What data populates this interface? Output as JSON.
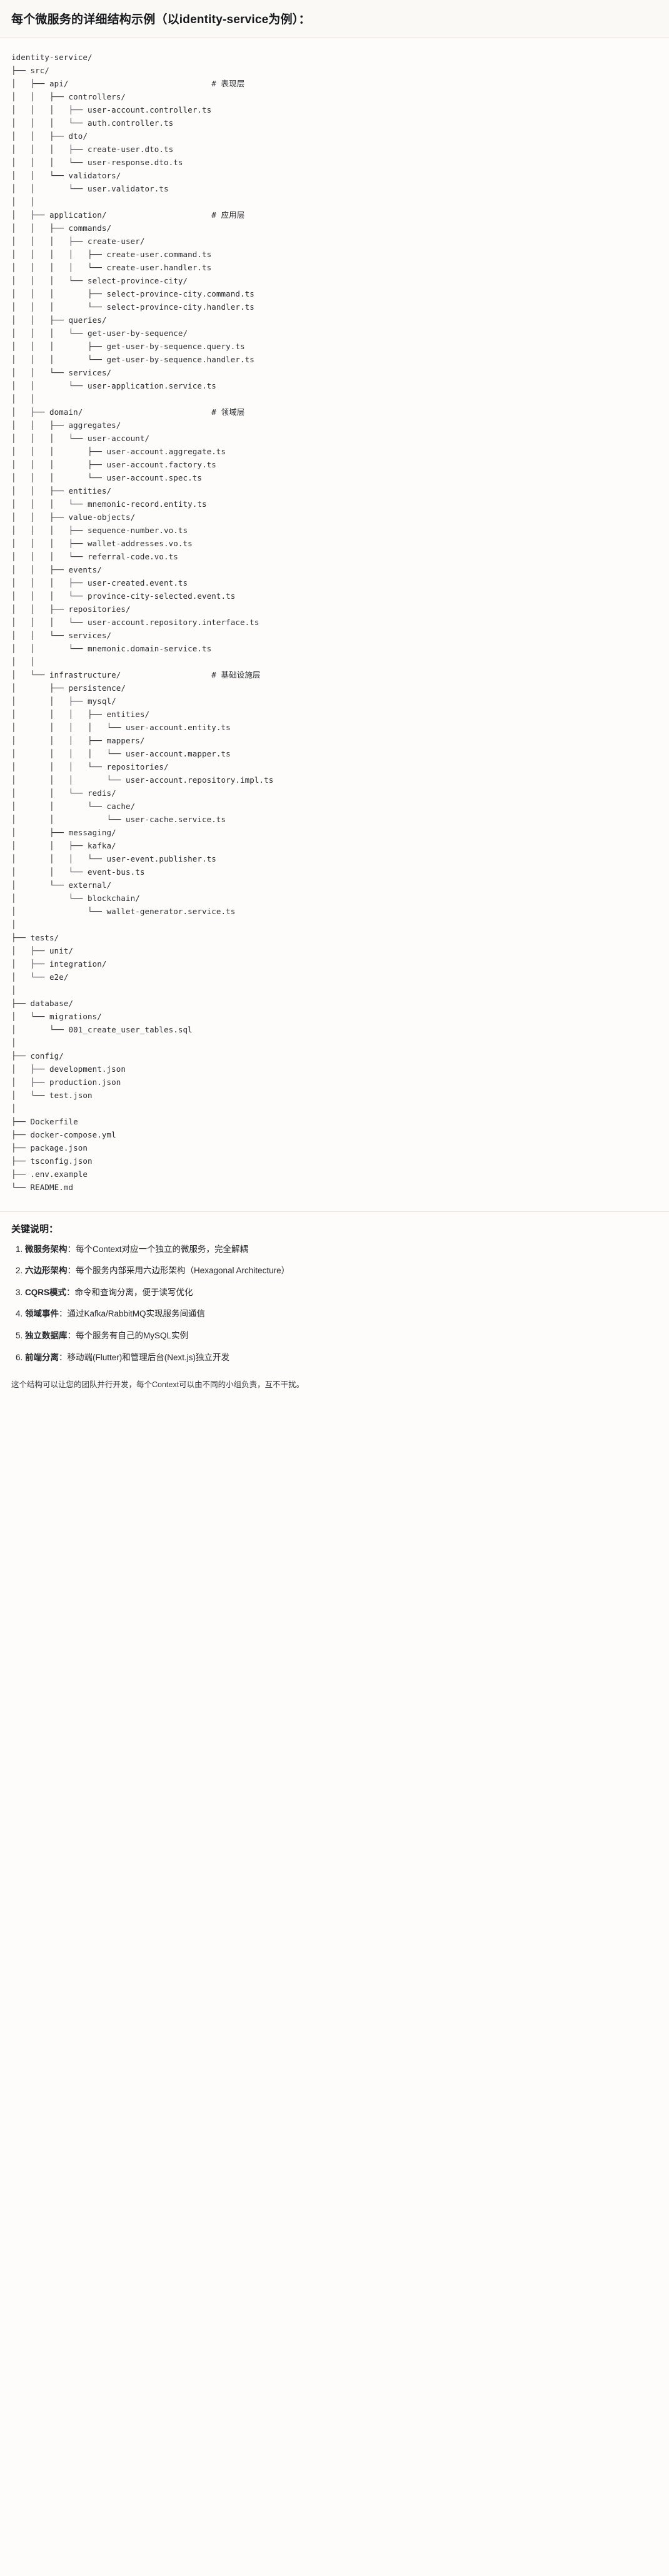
{
  "document": {
    "title": "每个微服务的详细结构示例（以identity-service为例）："
  },
  "tree": {
    "root_label": "identity-service/",
    "text": "identity-service/\n├── src/\n│   ├── api/                              # 表现层\n│   │   ├── controllers/\n│   │   │   ├── user-account.controller.ts\n│   │   │   └── auth.controller.ts\n│   │   ├── dto/\n│   │   │   ├── create-user.dto.ts\n│   │   │   └── user-response.dto.ts\n│   │   └── validators/\n│   │       └── user.validator.ts\n│   │\n│   ├── application/                      # 应用层\n│   │   ├── commands/\n│   │   │   ├── create-user/\n│   │   │   │   ├── create-user.command.ts\n│   │   │   │   └── create-user.handler.ts\n│   │   │   └── select-province-city/\n│   │   │       ├── select-province-city.command.ts\n│   │   │       └── select-province-city.handler.ts\n│   │   ├── queries/\n│   │   │   └── get-user-by-sequence/\n│   │   │       ├── get-user-by-sequence.query.ts\n│   │   │       └── get-user-by-sequence.handler.ts\n│   │   └── services/\n│   │       └── user-application.service.ts\n│   │\n│   ├── domain/                           # 领域层\n│   │   ├── aggregates/\n│   │   │   └── user-account/\n│   │   │       ├── user-account.aggregate.ts\n│   │   │       ├── user-account.factory.ts\n│   │   │       └── user-account.spec.ts\n│   │   ├── entities/\n│   │   │   └── mnemonic-record.entity.ts\n│   │   ├── value-objects/\n│   │   │   ├── sequence-number.vo.ts\n│   │   │   ├── wallet-addresses.vo.ts\n│   │   │   └── referral-code.vo.ts\n│   │   ├── events/\n│   │   │   ├── user-created.event.ts\n│   │   │   └── province-city-selected.event.ts\n│   │   ├── repositories/\n│   │   │   └── user-account.repository.interface.ts\n│   │   └── services/\n│   │       └── mnemonic.domain-service.ts\n│   │\n│   └── infrastructure/                   # 基础设施层\n│       ├── persistence/\n│       │   ├── mysql/\n│       │   │   ├── entities/\n│       │   │   │   └── user-account.entity.ts\n│       │   │   ├── mappers/\n│       │   │   │   └── user-account.mapper.ts\n│       │   │   └── repositories/\n│       │   │       └── user-account.repository.impl.ts\n│       │   └── redis/\n│       │       └── cache/\n│       │           └── user-cache.service.ts\n│       ├── messaging/\n│       │   ├── kafka/\n│       │   │   └── user-event.publisher.ts\n│       │   └── event-bus.ts\n│       └── external/\n│           └── blockchain/\n│               └── wallet-generator.service.ts\n│\n├── tests/\n│   ├── unit/\n│   ├── integration/\n│   └── e2e/\n│\n├── database/\n│   └── migrations/\n│       └── 001_create_user_tables.sql\n│\n├── config/\n│   ├── development.json\n│   ├── production.json\n│   └── test.json\n│\n├── Dockerfile\n├── docker-compose.yml\n├── package.json\n├── tsconfig.json\n├── .env.example\n└── README.md",
    "layer_comments": [
      {
        "path": "src/api/",
        "comment": "# 表现层"
      },
      {
        "path": "src/application/",
        "comment": "# 应用层"
      },
      {
        "path": "src/domain/",
        "comment": "# 领域层"
      },
      {
        "path": "src/infrastructure/",
        "comment": "# 基础设施层"
      }
    ]
  },
  "notes": {
    "heading": "关键说明：",
    "items": [
      {
        "key": "微服务架构",
        "sep": "：",
        "body": "每个Context对应一个独立的微服务，完全解耦"
      },
      {
        "key": "六边形架构",
        "sep": "：",
        "body": "每个服务内部采用六边形架构（Hexagonal Architecture）"
      },
      {
        "key": "CQRS模式",
        "sep": "：",
        "body": "命令和查询分离，便于读写优化"
      },
      {
        "key": "领域事件",
        "sep": "：",
        "body": "通过Kafka/RabbitMQ实现服务间通信"
      },
      {
        "key": "独立数据库",
        "sep": "：",
        "body": "每个服务有自己的MySQL实例"
      },
      {
        "key": "前端分离",
        "sep": "：",
        "body": "移动端(Flutter)和管理后台(Next.js)独立开发"
      }
    ],
    "closing": "这个结构可以让您的团队并行开发，每个Context可以由不同的小组负责，互不干扰。"
  }
}
